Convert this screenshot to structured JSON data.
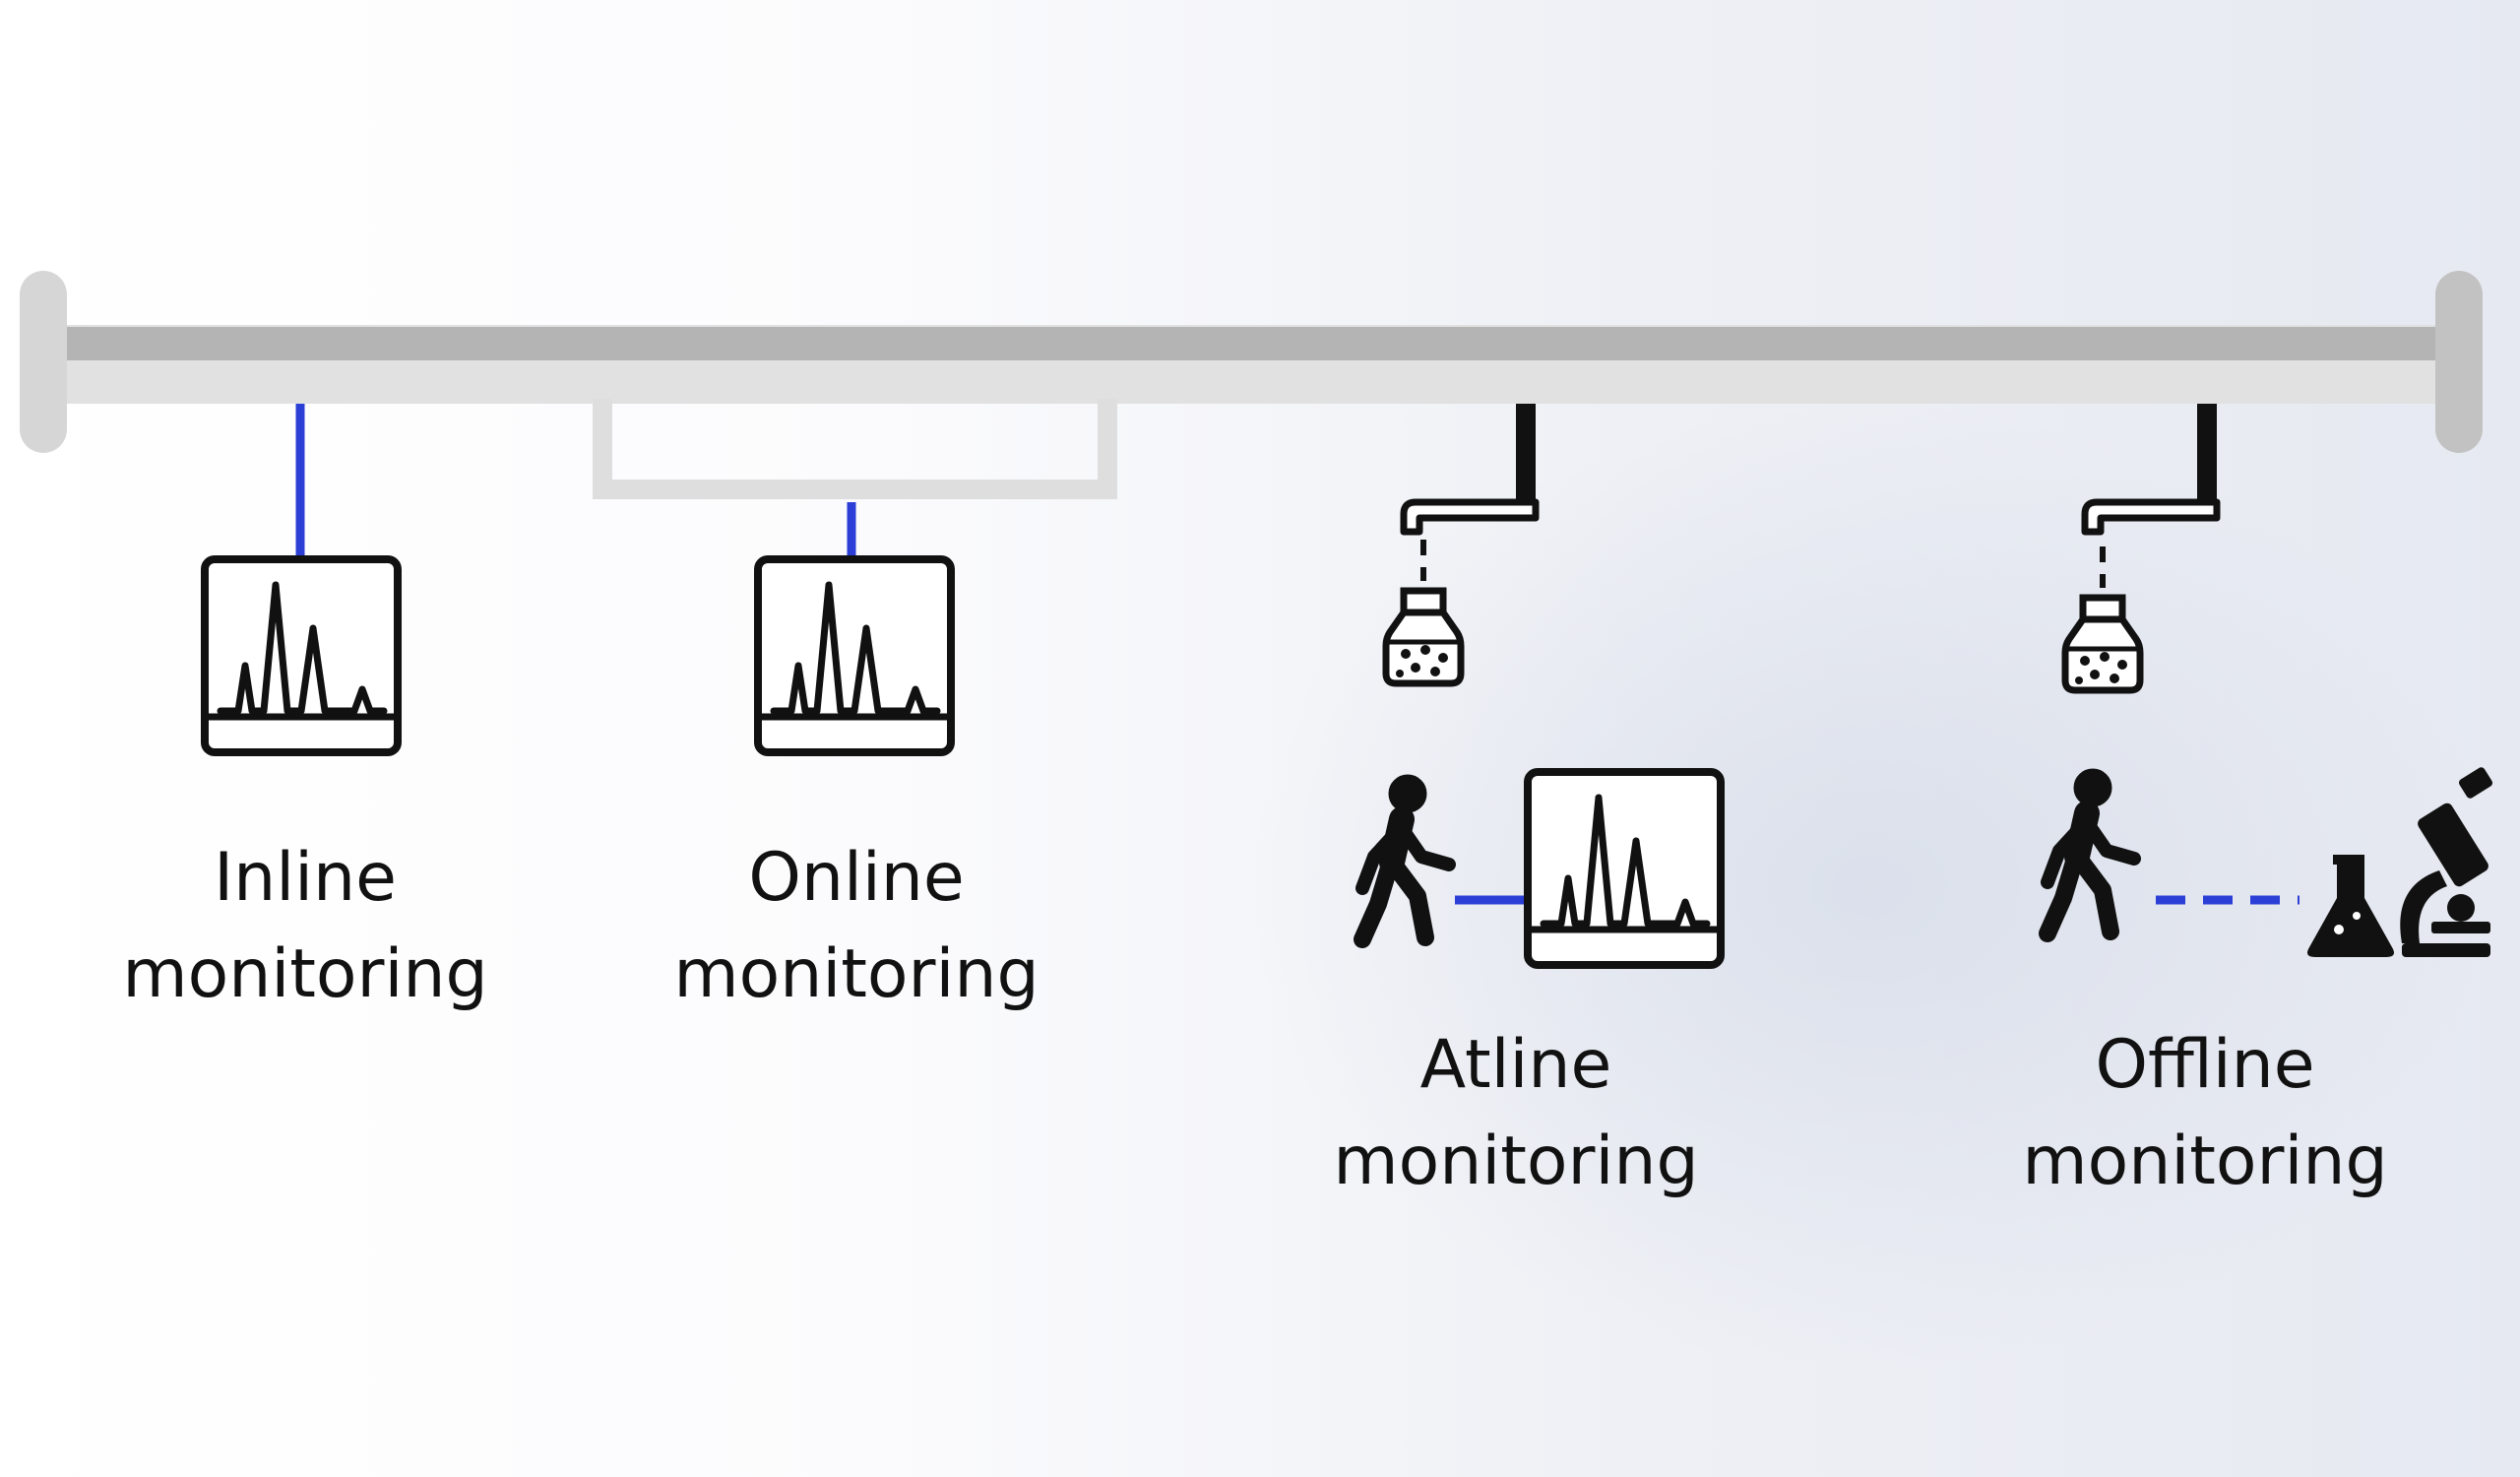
{
  "labels": {
    "inline": {
      "line1": "Inline",
      "line2": "monitoring"
    },
    "online": {
      "line1": "Online",
      "line2": "monitoring"
    },
    "atline": {
      "line1": "Atline",
      "line2": "monitoring"
    },
    "offline": {
      "line1": "Offline",
      "line2": "monitoring"
    }
  },
  "colors": {
    "pipe_outer": "#e1e1e1",
    "pipe_inner": "#b4b4b4",
    "connector_blue": "#2b3fd6",
    "icon": "#111111"
  },
  "icons": {
    "inline": [
      "chromatogram-analyzer-icon"
    ],
    "online": [
      "chromatogram-analyzer-icon"
    ],
    "atline": [
      "sample-tap-icon",
      "sample-bottle-icon",
      "walking-person-icon",
      "chromatogram-analyzer-icon"
    ],
    "offline": [
      "sample-tap-icon",
      "sample-bottle-icon",
      "walking-person-icon",
      "lab-flask-icon",
      "microscope-icon"
    ]
  }
}
